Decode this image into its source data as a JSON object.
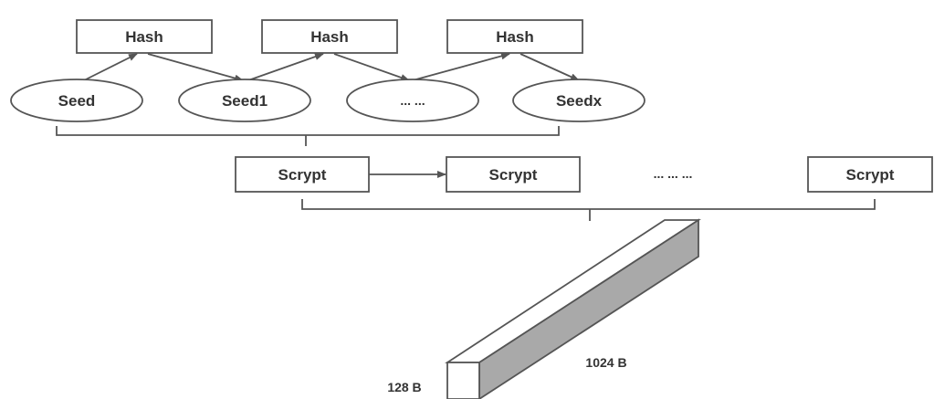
{
  "hash_boxes": [
    "Hash",
    "Hash",
    "Hash"
  ],
  "seeds": [
    "Seed",
    "Seed1",
    "... ...",
    "Seedx"
  ],
  "scrypt_boxes": [
    "Scrypt",
    "Scrypt",
    "Scrypt"
  ],
  "scrypt_ellipsis": "... ... ...",
  "memory_block": {
    "width_label": "128 B",
    "length_label": "1024 B"
  },
  "colors": {
    "stroke": "#555555",
    "block_side": "#a9a9a9",
    "text": "#333333"
  }
}
